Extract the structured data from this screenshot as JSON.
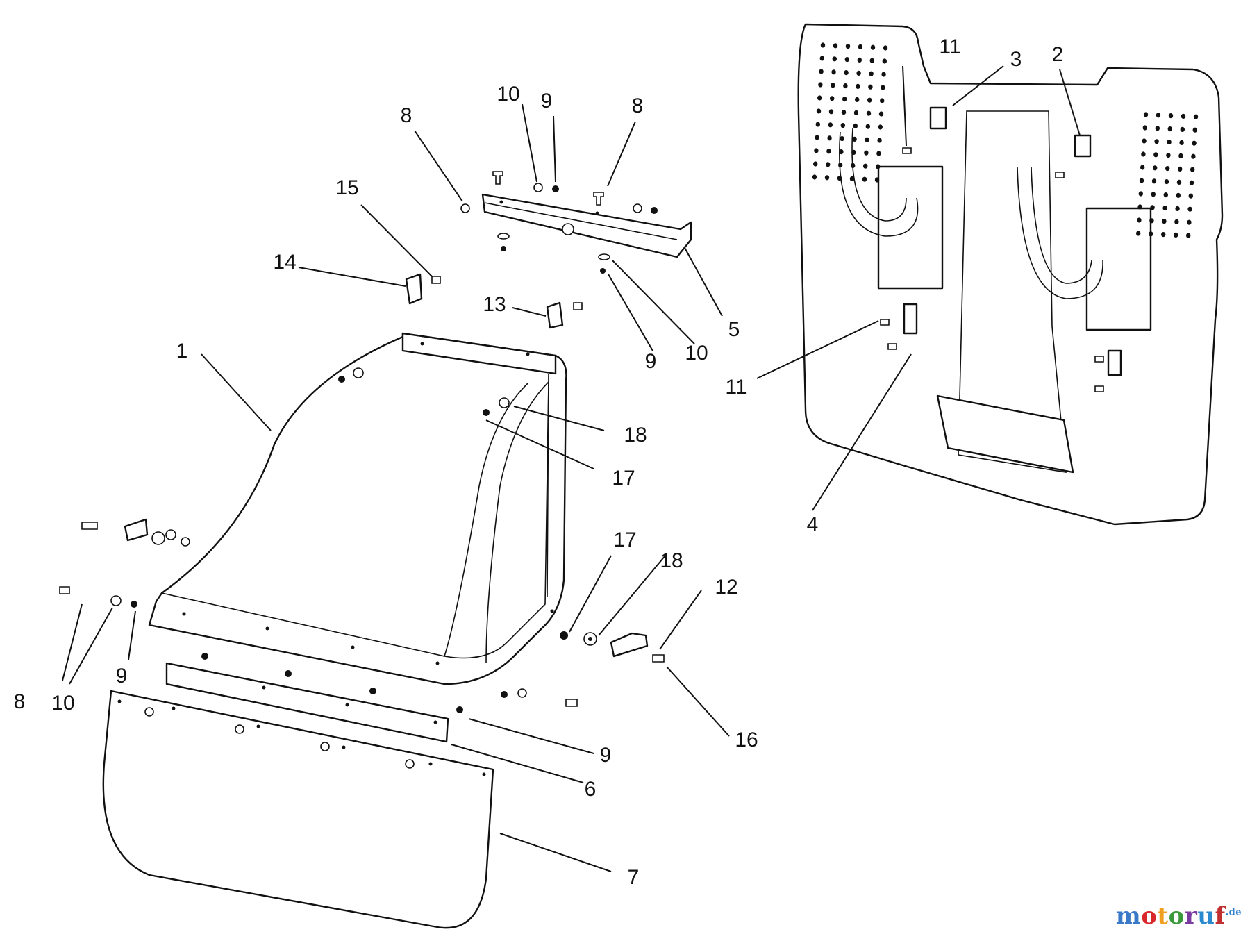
{
  "diagram": {
    "callouts": [
      {
        "label": "1"
      },
      {
        "label": "2"
      },
      {
        "label": "3"
      },
      {
        "label": "4"
      },
      {
        "label": "5"
      },
      {
        "label": "6"
      },
      {
        "label": "7"
      },
      {
        "label": "8"
      },
      {
        "label": "8"
      },
      {
        "label": "8"
      },
      {
        "label": "9"
      },
      {
        "label": "9"
      },
      {
        "label": "9"
      },
      {
        "label": "9"
      },
      {
        "label": "10"
      },
      {
        "label": "10"
      },
      {
        "label": "10"
      },
      {
        "label": "11"
      },
      {
        "label": "11"
      },
      {
        "label": "12"
      },
      {
        "label": "13"
      },
      {
        "label": "14"
      },
      {
        "label": "15"
      },
      {
        "label": "16"
      },
      {
        "label": "17"
      },
      {
        "label": "17"
      },
      {
        "label": "18"
      },
      {
        "label": "18"
      }
    ]
  },
  "watermark": {
    "letters": [
      "m",
      "o",
      "t",
      "o",
      "r",
      "u",
      "f"
    ],
    "colors": [
      "#3a78c8",
      "#d8282c",
      "#f0a020",
      "#3a9a3a",
      "#7a3aa0",
      "#2a8ad0",
      "#c03030"
    ],
    "suffix": ".de"
  }
}
